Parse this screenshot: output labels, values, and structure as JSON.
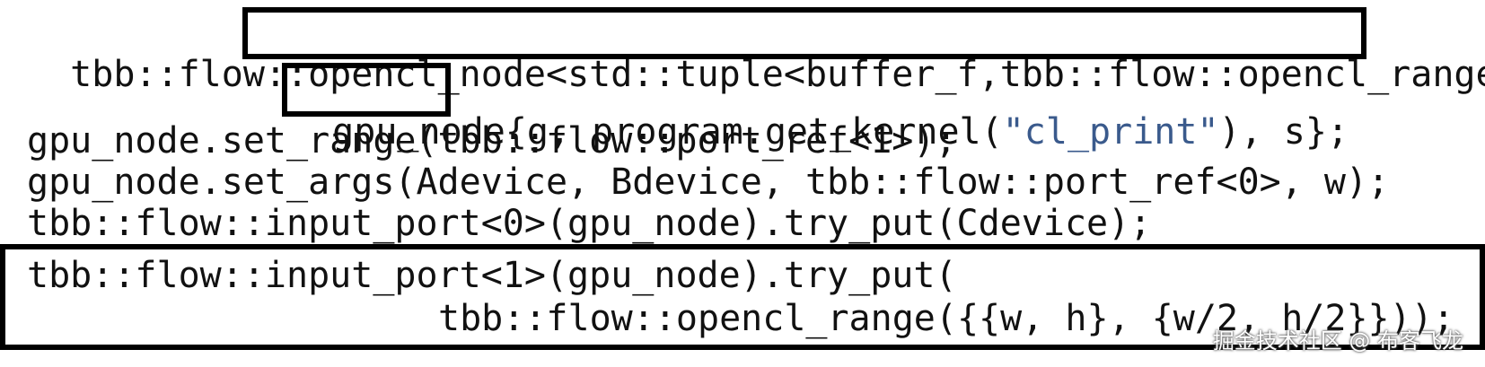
{
  "code": {
    "line1_prefix": "tbb::flow::",
    "line1_boxed": "opencl_node<std::tuple<buffer_f,tbb::flow::opencl_range>>",
    "line2_boxed": "gpu_node",
    "line2_pre_string": "{g, program.get_kernel(",
    "line2_string": "\"cl_print\"",
    "line2_post_string": "), s};",
    "line3": "gpu_node.set_range(tbb::flow::port_ref<1>);",
    "line4": "gpu_node.set_args(Adevice, Bdevice, tbb::flow::port_ref<0>, w);",
    "line5": "tbb::flow::input_port<0>(gpu_node).try_put(Cdevice);",
    "line6": "tbb::flow::input_port<1>(gpu_node).try_put(",
    "line7": "tbb::flow::opencl_range({{w, h}, {w/2, h/2}}));"
  },
  "watermark": "掘金技术社区 @ 布客飞龙",
  "colors": {
    "text": "#111111",
    "string_literal": "#3a5a8c",
    "box_border": "#000000"
  }
}
